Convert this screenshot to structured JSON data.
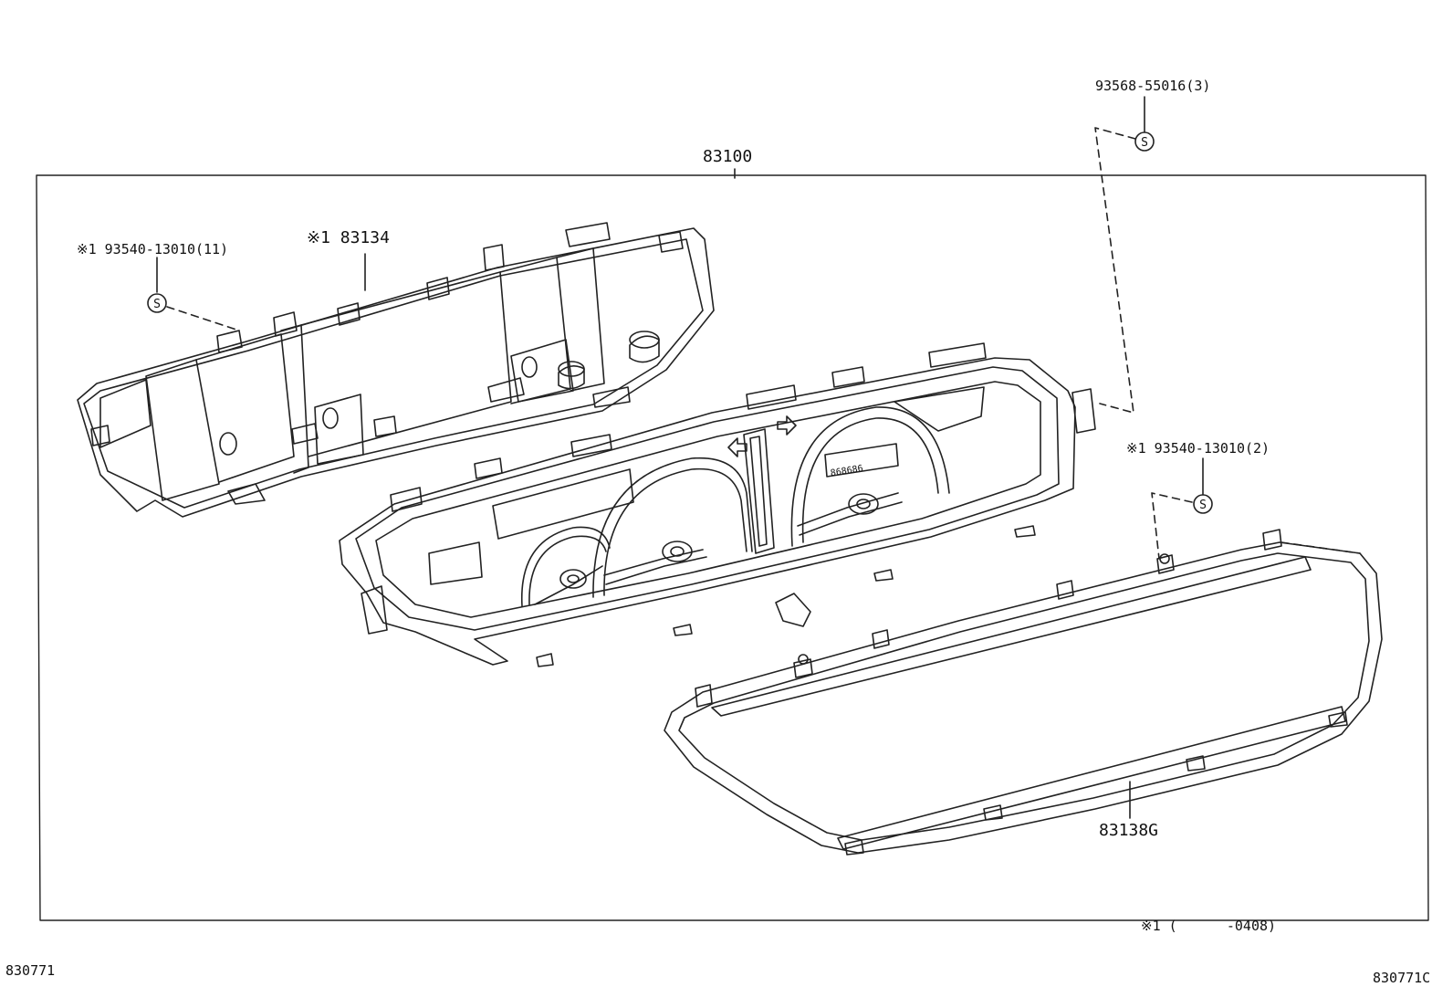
{
  "assembly_label": "83100",
  "callouts": {
    "screw_top_right": "93568-55016(3)",
    "screw_left": "※1 93540-13010(11)",
    "housing": "※1 83134",
    "screw_right": "※1 93540-13010(2)",
    "glass": "83138G"
  },
  "screw_marker": "S",
  "display_readout": "868686",
  "footnote": "※1 (      -0408)",
  "footer_left": "830771",
  "footer_right": "830771C"
}
